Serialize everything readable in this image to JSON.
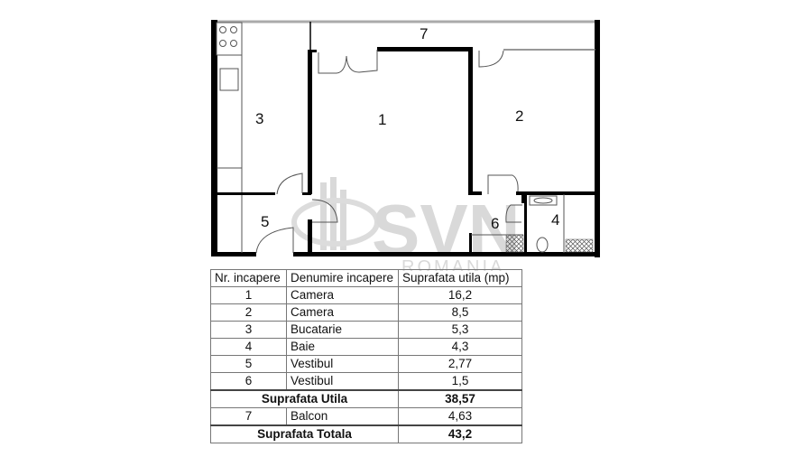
{
  "floor_plan": {
    "rooms": [
      {
        "number": "1",
        "label": "1"
      },
      {
        "number": "2",
        "label": "2"
      },
      {
        "number": "3",
        "label": "3"
      },
      {
        "number": "4",
        "label": "4"
      },
      {
        "number": "5",
        "label": "5"
      },
      {
        "number": "6",
        "label": "6"
      },
      {
        "number": "7",
        "label": "7"
      }
    ],
    "watermark": {
      "brand": "SVN",
      "subtitle": "ROMANIA",
      "color": "#d9d9d9"
    }
  },
  "table": {
    "headers": [
      "Nr. incapere",
      "Denumire incapere",
      "Suprafata utila (mp)"
    ],
    "rows": [
      {
        "nr": "1",
        "name": "Camera",
        "area": "16,2"
      },
      {
        "nr": "2",
        "name": "Camera",
        "area": "8,5"
      },
      {
        "nr": "3",
        "name": "Bucatarie",
        "area": "5,3"
      },
      {
        "nr": "4",
        "name": "Baie",
        "area": "4,3"
      },
      {
        "nr": "5",
        "name": "Vestibul",
        "area": "2,77"
      },
      {
        "nr": "6",
        "name": "Vestibul",
        "area": "1,5"
      }
    ],
    "subtotal": {
      "label": "Suprafata Utila",
      "value": "38,57"
    },
    "balcony": {
      "nr": "7",
      "name": "Balcon",
      "area": "4,63"
    },
    "total": {
      "label": "Suprafata Totala",
      "value": "43,2"
    }
  }
}
